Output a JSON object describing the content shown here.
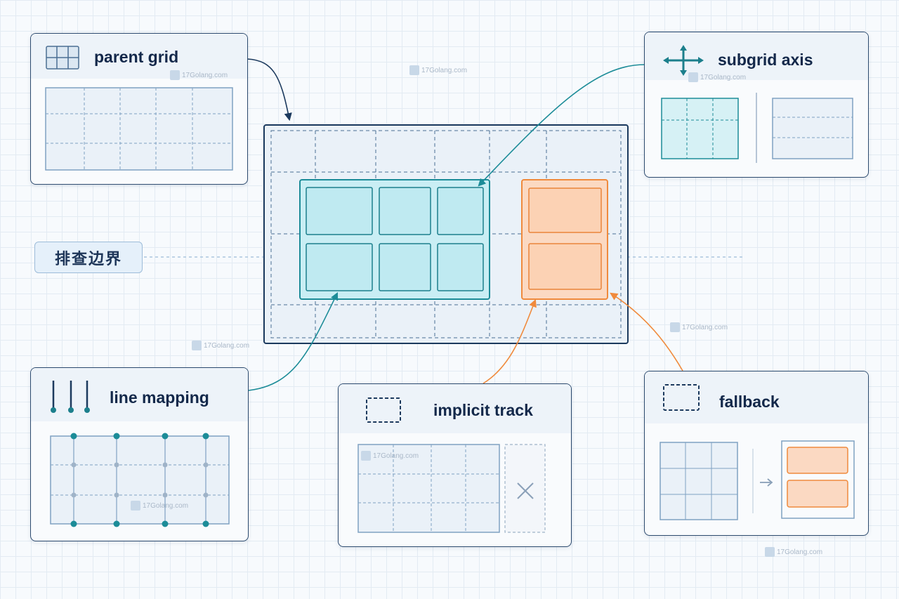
{
  "cards": {
    "parent_grid": {
      "title": "parent grid"
    },
    "subgrid_axis": {
      "title": "subgrid axis"
    },
    "line_mapping": {
      "title": "line mapping"
    },
    "implicit_track": {
      "title": "implicit track"
    },
    "fallback": {
      "title": "fallback"
    }
  },
  "boundary_label": "排查边界",
  "watermark": "17Golang.com",
  "colors": {
    "navy": "#1c3a5e",
    "teal": "#1c8c98",
    "teal_fill": "#c9eef4",
    "orange": "#f08a3c",
    "orange_fill": "#fbd9c2",
    "grid_line": "#7fa1c2"
  },
  "icons": [
    "grid-icon",
    "axis-arrows-icon",
    "line-markers-icon",
    "dashed-box-icon",
    "close-icon",
    "arrow-right-icon"
  ]
}
